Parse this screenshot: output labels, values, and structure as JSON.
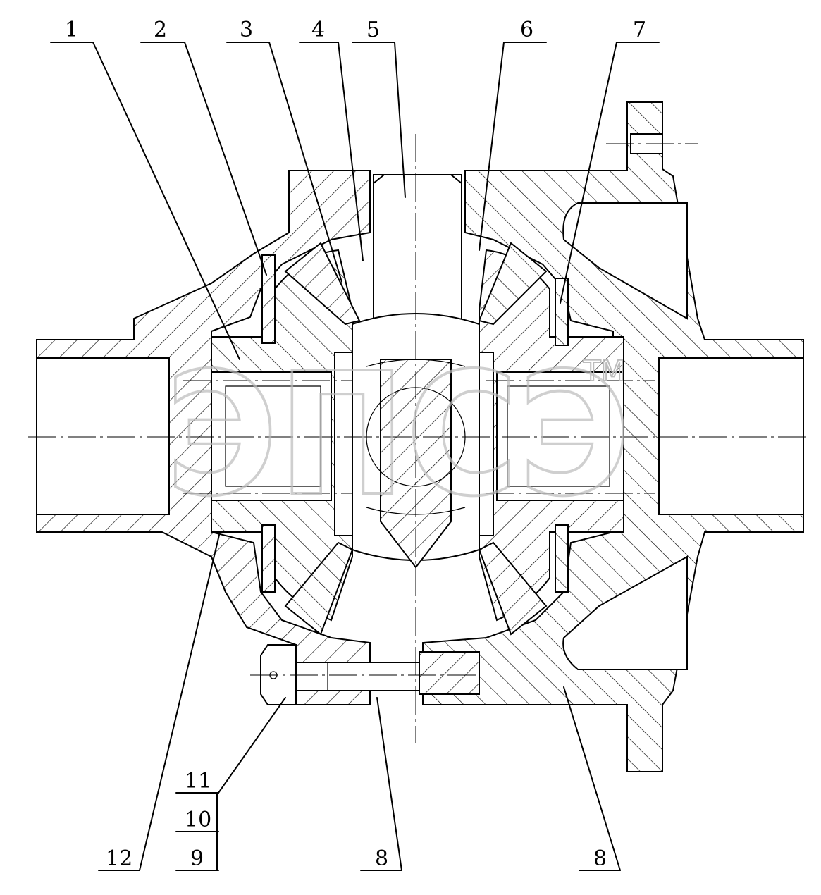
{
  "watermark": {
    "text": "ЭПСЭ",
    "trademark": "TM"
  },
  "header_mark": "",
  "callouts": {
    "top": [
      {
        "id": "c1",
        "text": "1"
      },
      {
        "id": "c2",
        "text": "2"
      },
      {
        "id": "c3",
        "text": "3"
      },
      {
        "id": "c4",
        "text": "4"
      },
      {
        "id": "c5",
        "text": "5"
      },
      {
        "id": "c6",
        "text": "6"
      },
      {
        "id": "c7",
        "text": "7"
      }
    ],
    "bottom": [
      {
        "id": "c11",
        "text": "11"
      },
      {
        "id": "c10",
        "text": "10"
      },
      {
        "id": "c9",
        "text": "9"
      },
      {
        "id": "c12",
        "text": "12"
      },
      {
        "id": "c8a",
        "text": "8"
      },
      {
        "id": "c8b",
        "text": "8"
      }
    ]
  }
}
